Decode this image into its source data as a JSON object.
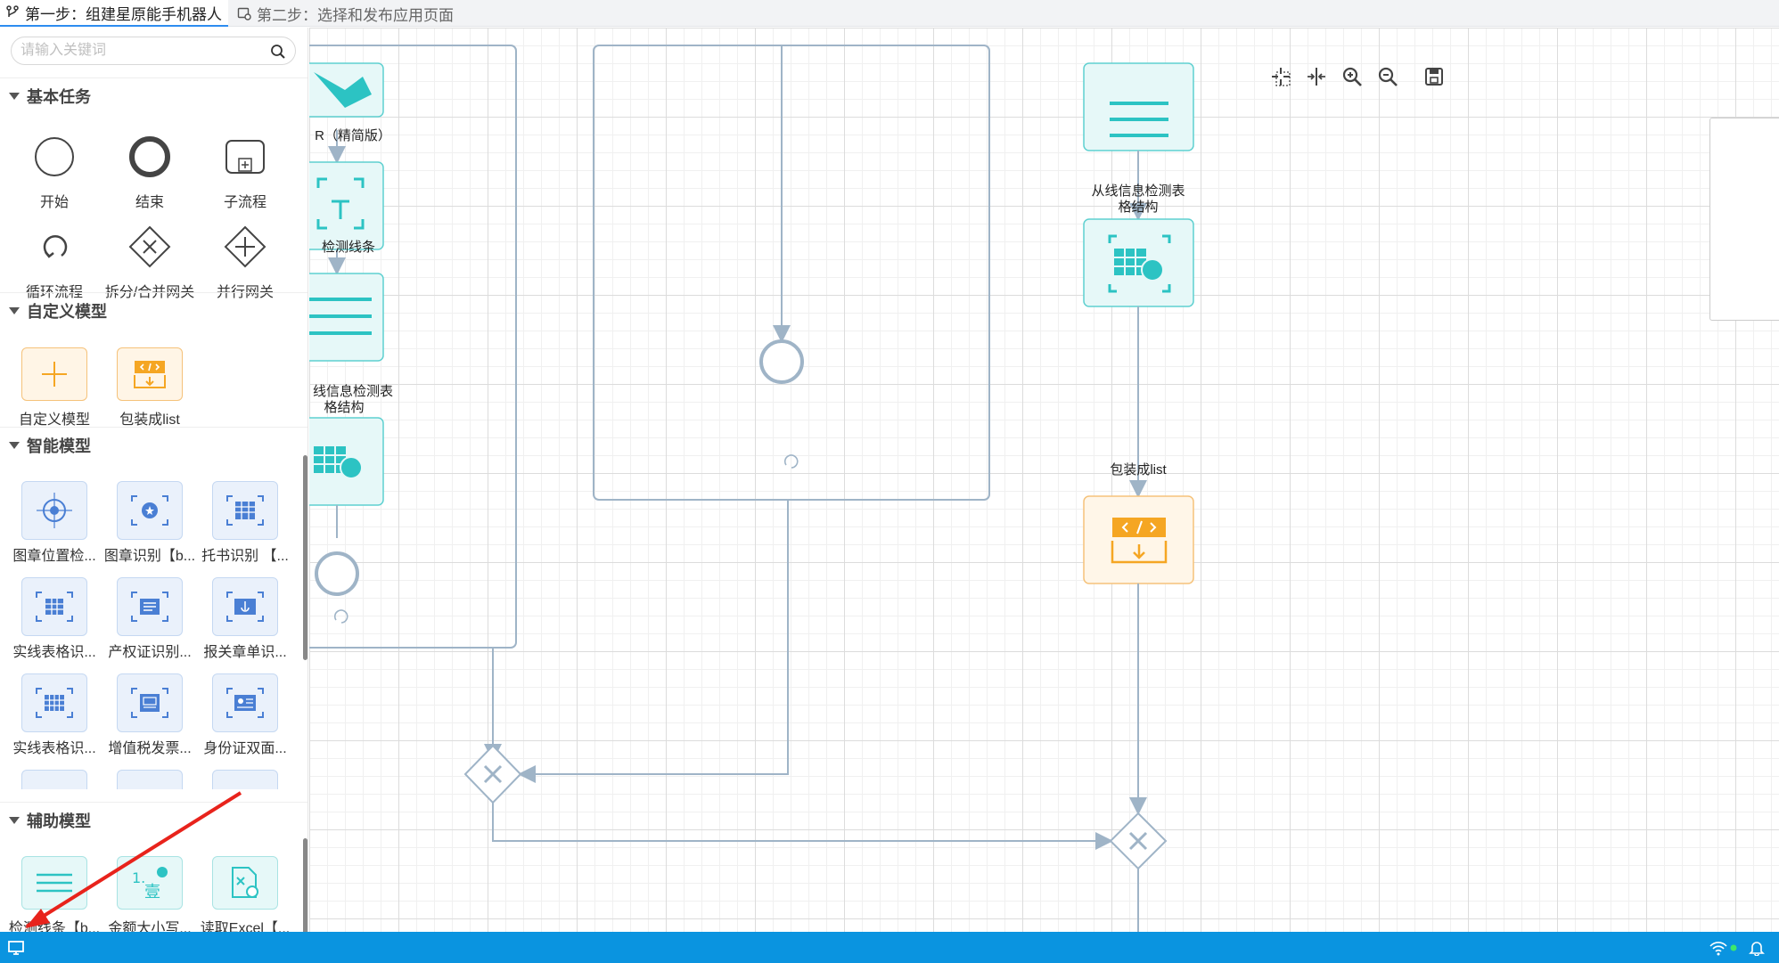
{
  "tabs": [
    {
      "label": "第一步：组建星原能手机器人",
      "active": true
    },
    {
      "label": "第二步：选择和发布应用页面",
      "active": false
    }
  ],
  "search": {
    "placeholder": "请输入关键词"
  },
  "sections": {
    "basic": "基本任务",
    "custom": "自定义模型",
    "smart": "智能模型",
    "aux": "辅助模型"
  },
  "basic_items": [
    "开始",
    "结束",
    "子流程",
    "循环流程",
    "拆分/合并网关",
    "并行网关"
  ],
  "custom_items": [
    "自定义模型",
    "包装成list"
  ],
  "smart_items": [
    "图章位置检...",
    "图章识别【b...",
    "托书识别 【...",
    "实线表格识...",
    "产权证识别...",
    "报关章单识...",
    "实线表格识...",
    "增值税发票...",
    "身份证双面..."
  ],
  "aux_items": [
    "检测线条【b...",
    "金额大小写...",
    "读取Excel【..."
  ],
  "canvas_labels": {
    "ocr": "R（精简版）",
    "detect": "检测线条",
    "table_left_1": "线信息检测表",
    "table_left_2": "格结构",
    "table_right_1": "从线信息检测表",
    "table_right_2": "格结构",
    "wrap": "包装成list"
  },
  "colors": {
    "teal": "#2cc3c3",
    "orange": "#f5a623",
    "blue": "#4a7fd4",
    "flow": "#9fb4c7",
    "statusbar": "#0a94e0",
    "tab_accent": "#2d8cf0"
  }
}
